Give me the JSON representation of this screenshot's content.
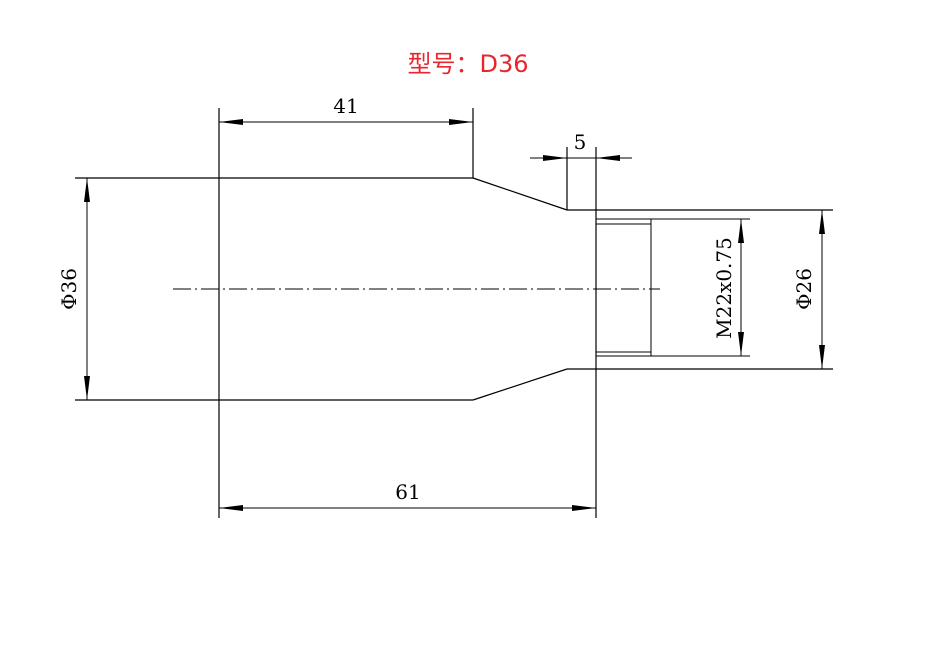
{
  "title": "型号：D36",
  "dimensions": {
    "length_41": "41",
    "length_5": "5",
    "length_61": "61",
    "dia_36": "Φ36",
    "dia_26": "Φ26",
    "thread": "M22x0.75"
  },
  "colors": {
    "title": "#e8262e",
    "lines": "#000000"
  }
}
